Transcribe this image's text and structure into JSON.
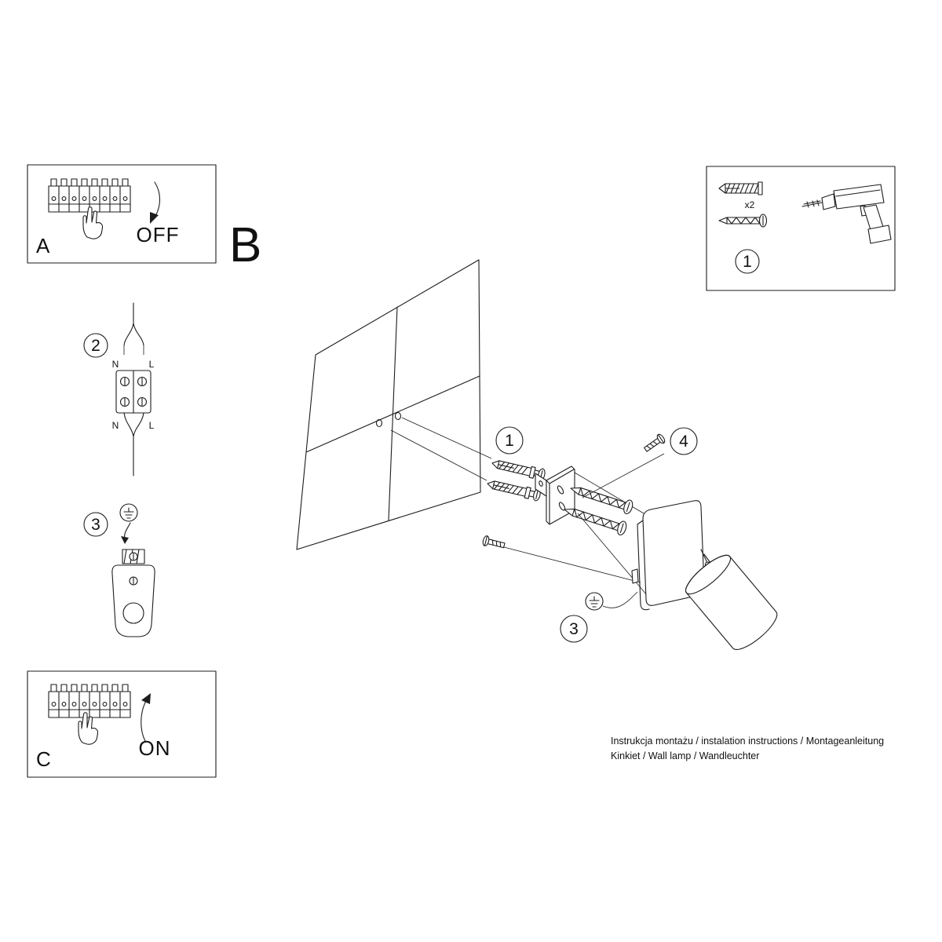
{
  "sheet": {
    "section_b_label": "B",
    "footer_line1": "Instrukcja montażu / instalation instructions / Montageanleitung",
    "footer_line2": "Kinkiet / Wall lamp / Wandleuchter"
  },
  "panel_a": {
    "label": "A",
    "switch_state": "OFF"
  },
  "panel_c": {
    "label": "C",
    "switch_state": "ON"
  },
  "parts_box": {
    "step_number": "1",
    "quantity_label": "x2"
  },
  "callouts": {
    "anchors": "1",
    "wire_terminal": "2",
    "ground_left": "3",
    "ground_main": "3",
    "fixing_screws": "4"
  },
  "wire_labels": {
    "neutral": "N",
    "live": "L"
  }
}
